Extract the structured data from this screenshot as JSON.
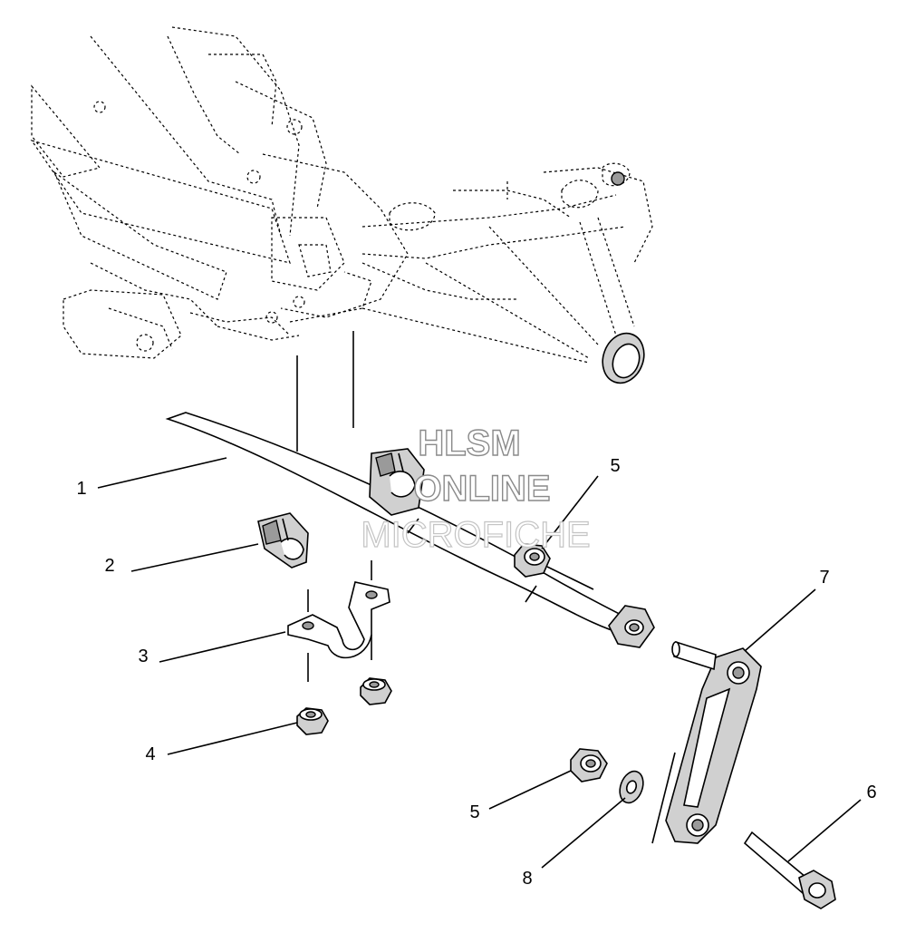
{
  "watermark": {
    "line1": "HLSM",
    "line2": "ONLINE",
    "line3": "MICROFICHE"
  },
  "callouts": {
    "c1": "1",
    "c2": "2",
    "c3": "3",
    "c4": "4",
    "c5_upper": "5",
    "c5_lower": "5",
    "c6": "6",
    "c7": "7",
    "c8": "8"
  }
}
